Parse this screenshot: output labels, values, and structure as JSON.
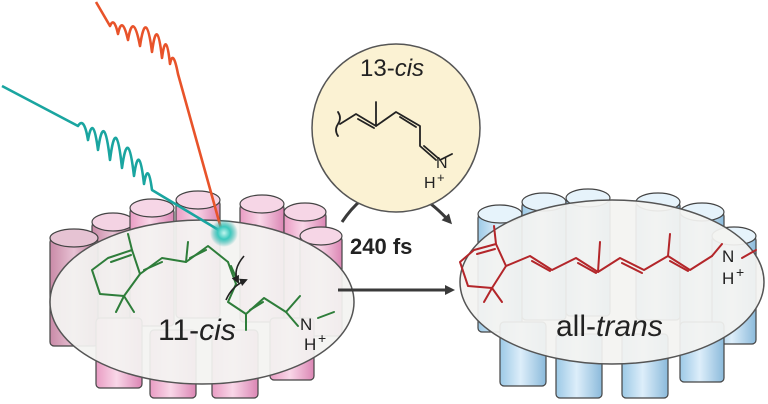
{
  "labels": {
    "left_state_prefix": "11-",
    "left_state_em": "cis",
    "right_state_prefix": "all-",
    "right_state_em": "trans",
    "intermediate_prefix": "13-",
    "intermediate_em": "cis",
    "time": "240 fs",
    "nh_left_n": "N",
    "nh_left_h": "H",
    "nh_left_plus": "+",
    "nh_mid_n": "N",
    "nh_mid_h": "H",
    "nh_mid_plus": "+",
    "nh_right_n": "N",
    "nh_right_h": "H",
    "nh_right_plus": "+"
  },
  "colors": {
    "pump_pulse": "#e8532a",
    "probe_pulse": "#1aa5a0",
    "helix_left": "#f2b6d4",
    "helix_right": "#bcdcf0",
    "chromophore_11cis": "#2e7d3a",
    "chromophore_all_trans": "#b3262a",
    "intermediate_bg": "#fbf2d3",
    "ellipse_fill": "#f3f3f1"
  }
}
